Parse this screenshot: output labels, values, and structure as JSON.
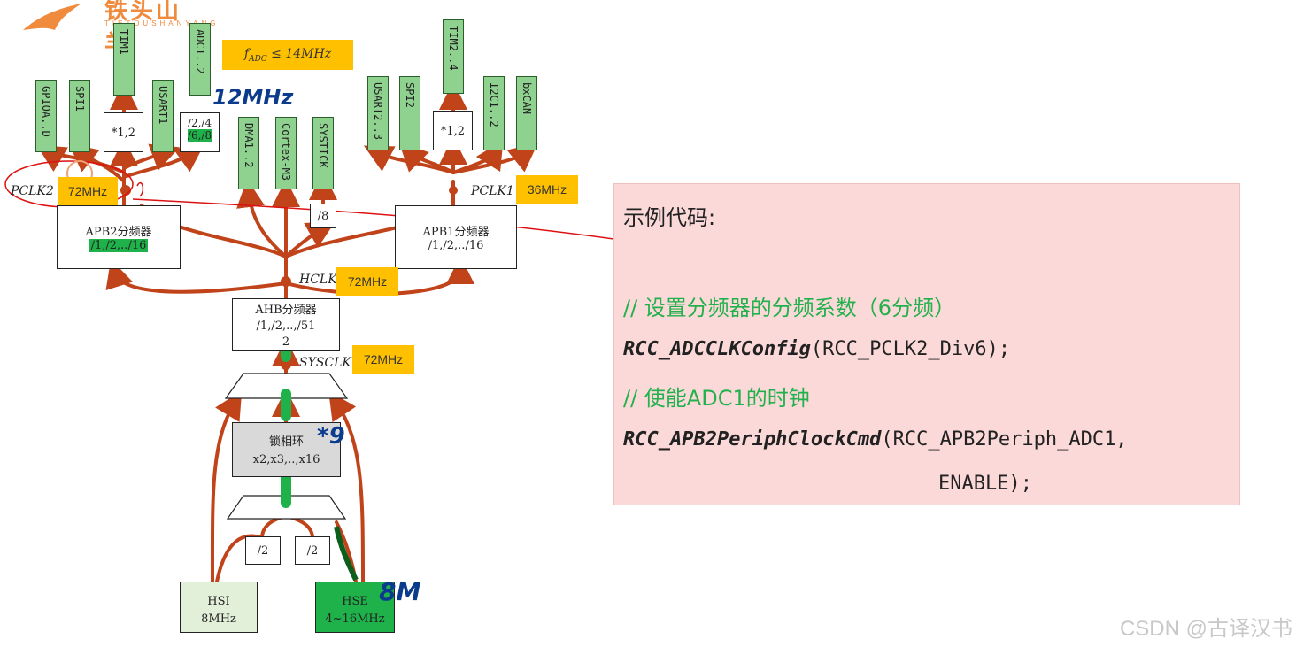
{
  "logo": {
    "text": "铁头山羊",
    "subtitle": "TIETOUSHANYANG"
  },
  "gpio": "GPIOA..D",
  "spi1": "SPI1",
  "tim1": "TIM1",
  "tim1_mult": "*1,2",
  "usart1": "USART1",
  "adc": "ADC1..2",
  "adc_div_line1": "/2,/4",
  "adc_div_line2": "/6,/8",
  "adc_limit": "f_ADC ≤ 14MHz",
  "adc_limit_sub": "ADC",
  "adc_limit_main_f": "f",
  "adc_limit_rest": " ≤ 14MHz",
  "hand_12mhz": "12MHz",
  "dma": "DMA1..2",
  "cortex": "Cortex-M3",
  "systick": "SYSTICK",
  "systick_div": "/8",
  "usart23": "USART2..3",
  "spi2": "SPI2",
  "tim24": "TIM2..4",
  "tim24_mult": "*1,2",
  "i2c": "I2C1..2",
  "bxcan": "bxCAN",
  "pclk2_label": "PCLK2",
  "pclk2_freq": "72MHz",
  "pclk1_label": "PCLK1",
  "pclk1_freq": "36MHz",
  "apb2": {
    "title": "APB2分频器",
    "divs": "/1,/2,../16"
  },
  "apb1": {
    "title": "APB1分频器",
    "divs": "/1,/2,../16"
  },
  "hclk_label": "HCLK",
  "hclk_freq": "72MHz",
  "ahb": {
    "title": "AHB分频器",
    "divs_line1": "/1,/2,..,/51",
    "divs_line2": "2"
  },
  "sysclk_label": "SYSCLK",
  "sysclk_freq": "72MHz",
  "pll": {
    "title": "锁相环",
    "mult": "x2,x3,..,x16"
  },
  "hand_x9": "*9",
  "hsi_div": "/2",
  "hse_div": "/2",
  "hsi": {
    "name": "HSI",
    "freq": "8MHz"
  },
  "hse": {
    "name": "HSE",
    "freq": "4~16MHz"
  },
  "hand_8m": "8M",
  "code": {
    "title": "示例代码:",
    "comment1": "// 设置分频器的分频系数（6分频）",
    "line1_fn": "RCC_ADCCLKConfig",
    "line1_args": "(RCC_PCLK2_Div6);",
    "comment2": "// 使能ADC1的时钟",
    "line2_fn": "RCC_APB2PeriphClockCmd",
    "line2_args": "(RCC_APB2Periph_ADC1,",
    "line3": "ENABLE);"
  },
  "watermark": "CSDN @古译汉书",
  "colors": {
    "green_box": "#8fd18f",
    "freq_tag": "#ffc000",
    "arrow": "#c0431a",
    "code_bg": "#fcd9d9",
    "comment": "#22b14c"
  }
}
